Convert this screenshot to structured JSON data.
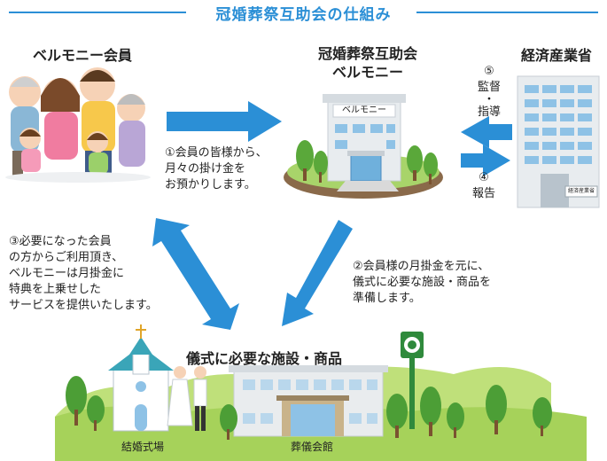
{
  "title": "冠婚葬祭互助会の仕組み",
  "members": {
    "label": "ベルモニー会員"
  },
  "company": {
    "label_line1": "冠婚葬祭互助会",
    "label_line2": "ベルモニー",
    "sign": "ベルモニー"
  },
  "ministry": {
    "label": "経済産業省",
    "sign": "経済産業省"
  },
  "step1": {
    "line1": "①会員の皆様から、",
    "line2": "月々の掛け金を",
    "line3": "お預かりします。"
  },
  "step2": {
    "line1": "②会員様の月掛金を元に、",
    "line2": "儀式に必要な施設・商品を",
    "line3": "準備します。"
  },
  "step3": {
    "line1": "③必要になった会員",
    "line2": "の方からご利用頂き、",
    "line3": "ベルモニーは月掛金に",
    "line4": "特典を上乗せした",
    "line5": "サービスを提供いたします。"
  },
  "step4": {
    "num": "④",
    "label": "報告"
  },
  "step5": {
    "num": "⑤",
    "label_line1": "監督",
    "label_dot": "・",
    "label_line2": "指導"
  },
  "facilities": {
    "label": "儀式に必要な施設・商品",
    "chapel": "結婚式場",
    "funeral_hall": "葬儀会館"
  },
  "colors": {
    "accent": "#2b8fd6",
    "green": "#7ab33a",
    "dark_green": "#3c8a2e",
    "building": "#e8ecef"
  }
}
